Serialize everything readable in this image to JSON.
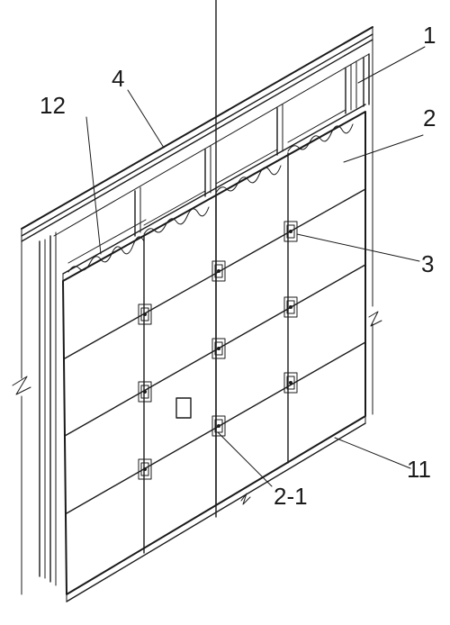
{
  "diagram": {
    "labels": {
      "l1": "1",
      "l2": "2",
      "l3": "3",
      "l4": "4",
      "l11": "11",
      "l12": "12",
      "l2_1": "2-1"
    },
    "colors": {
      "ink": "#1a1a1a",
      "paper": "#ffffff"
    }
  }
}
